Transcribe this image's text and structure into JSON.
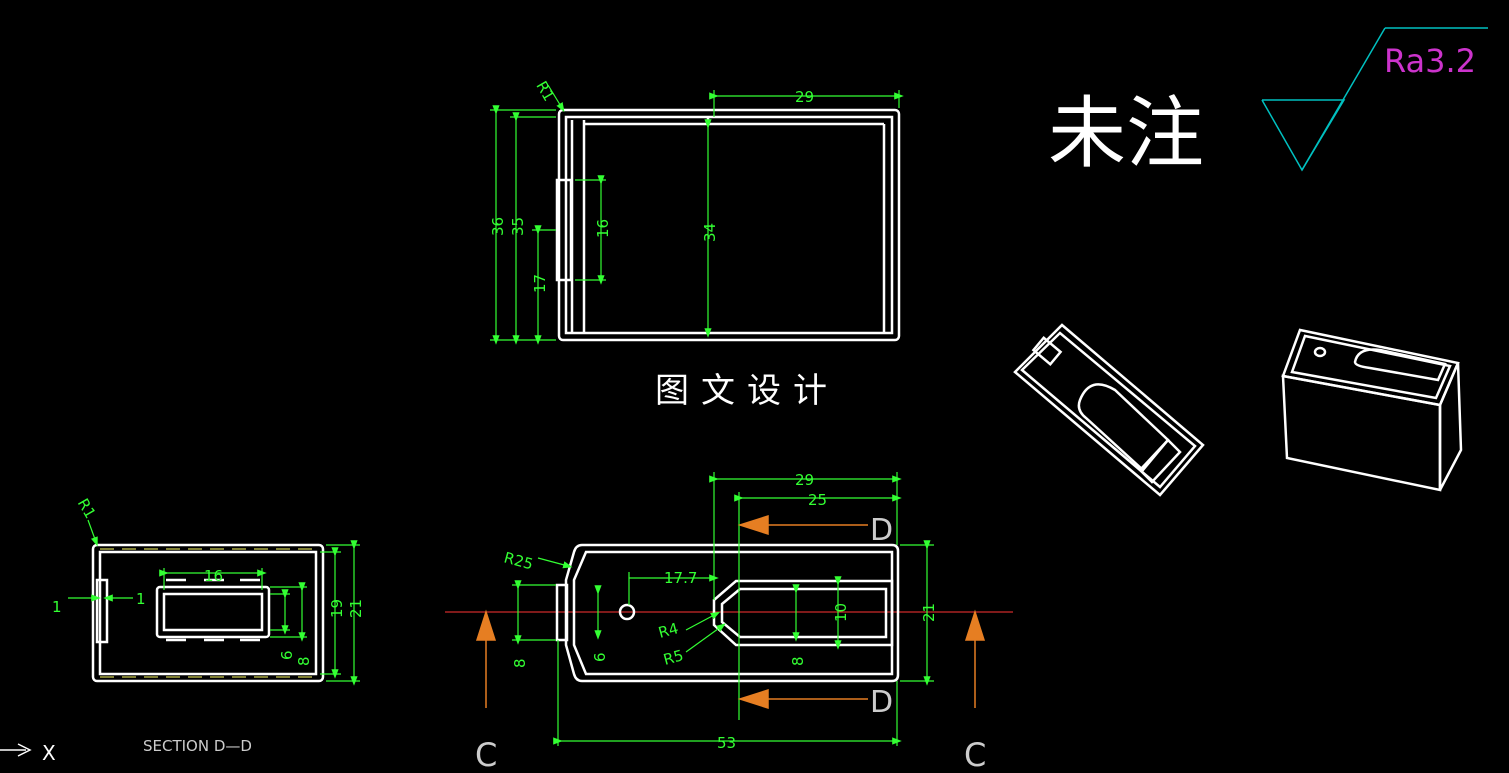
{
  "colors": {
    "background": "#000000",
    "outline": "#ffffff",
    "dimension": "#33ff33",
    "section_arrow": "#e67e22",
    "center_line": "#ff3333",
    "roughness_symbol": "#00c0c0",
    "roughness_text": "#cc33cc"
  },
  "top_view": {
    "radius": "R1",
    "dims": {
      "width_top": "29",
      "total_height": "36",
      "inner_height": "35",
      "slot_len": "16",
      "inner_depth": "34",
      "lower": "17"
    }
  },
  "caption": "图文设计",
  "note": {
    "label": "未注",
    "roughness": "Ra3.2"
  },
  "section_view": {
    "radius": "R1",
    "dims": {
      "left_a": "1",
      "left_b": "1",
      "hole_width": "16",
      "height_19": "19",
      "height_21": "21",
      "inner_6": "6",
      "inner_8": "8"
    },
    "label": "SECTION D—D"
  },
  "front_view": {
    "radii": {
      "r25": "R25",
      "r4": "R4",
      "r5": "R5"
    },
    "dims": {
      "w29": "29",
      "w25": "25",
      "offset": "17.7",
      "slot_10": "10",
      "h21": "21",
      "d8_left": "8",
      "d6": "6",
      "d8_mid": "8",
      "total": "53"
    },
    "section_marks": {
      "d_top": "D",
      "d_bottom": "D",
      "c_left": "C",
      "c_right": "C"
    }
  },
  "ucs": {
    "axis": "X"
  }
}
